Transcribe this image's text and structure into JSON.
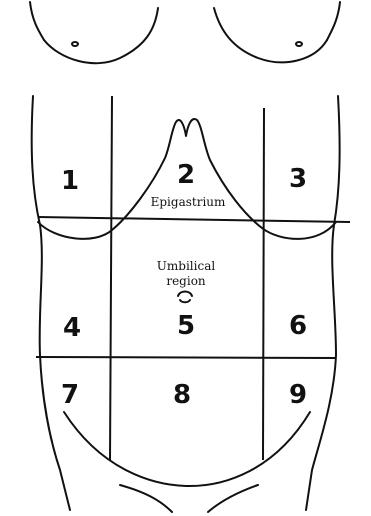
{
  "regions": [
    {
      "number": "1"
    },
    {
      "number": "2"
    },
    {
      "number": "3"
    },
    {
      "number": "4"
    },
    {
      "number": "5"
    },
    {
      "number": "6"
    },
    {
      "number": "7"
    },
    {
      "number": "8"
    },
    {
      "number": "9"
    }
  ],
  "labels": {
    "epigastrium": "Epigastrium",
    "umbilical_line1": "Umbilical",
    "umbilical_line2": "region"
  }
}
